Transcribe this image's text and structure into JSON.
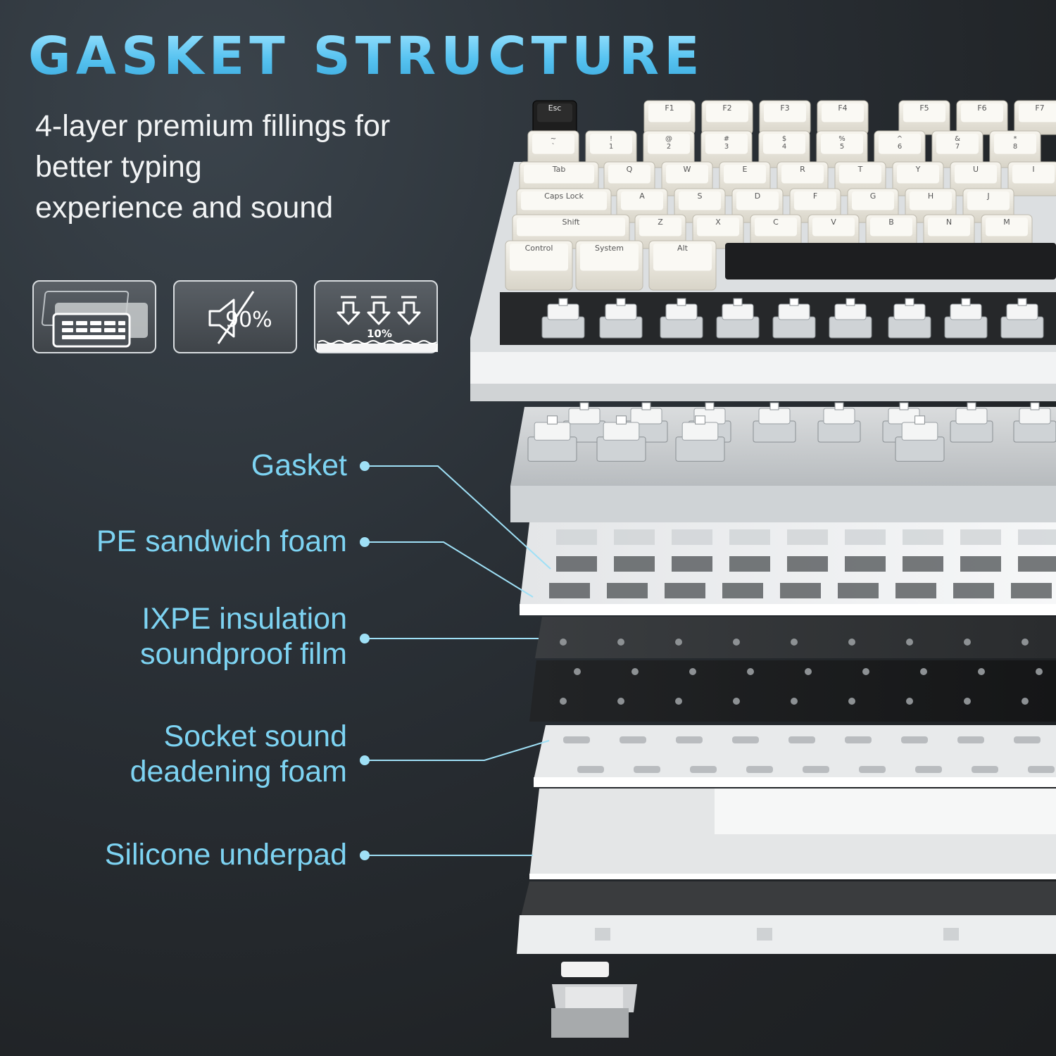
{
  "title": "GASKET STRUCTURE",
  "subtitle": "4-layer premium fillings for\nbetter typing\nexperience and sound",
  "feature_icons": [
    {
      "icon": "layered-keyboard-icon"
    },
    {
      "icon": "sound-mute-icon",
      "label": "90%"
    },
    {
      "icon": "cushion-arrows-icon",
      "label": "10%"
    }
  ],
  "layers": [
    {
      "name": "Gasket"
    },
    {
      "name": "PE sandwich foam"
    },
    {
      "name": "IXPE insulation\nsoundproof film"
    },
    {
      "name": "Socket sound\ndeadening foam"
    },
    {
      "name": "Silicone underpad"
    }
  ],
  "keyboard": {
    "row_function": [
      "Esc",
      "F1",
      "F2",
      "F3",
      "F4",
      "F5",
      "F6",
      "F7"
    ],
    "row_number": [
      "~\n`",
      "!\n1",
      "@\n2",
      "#\n3",
      "$\n4",
      "%\n5",
      "^\n6",
      "&\n7",
      "*\n8"
    ],
    "row_top": [
      "Tab",
      "Q",
      "W",
      "E",
      "R",
      "T",
      "Y",
      "U",
      "I"
    ],
    "row_home": [
      "Caps Lock",
      "A",
      "S",
      "D",
      "F",
      "G",
      "H",
      "J"
    ],
    "row_bottom": [
      "Shift",
      "Z",
      "X",
      "C",
      "V",
      "B",
      "N",
      "M"
    ],
    "row_space": [
      "Control",
      "System",
      "Alt"
    ]
  },
  "colors": {
    "accent": "#7dd3f2",
    "title_gradient_top": "#9fe4ff",
    "background": "#23272b",
    "keycap": "#ece9df",
    "keycap_dark": "#1e1e1e"
  }
}
